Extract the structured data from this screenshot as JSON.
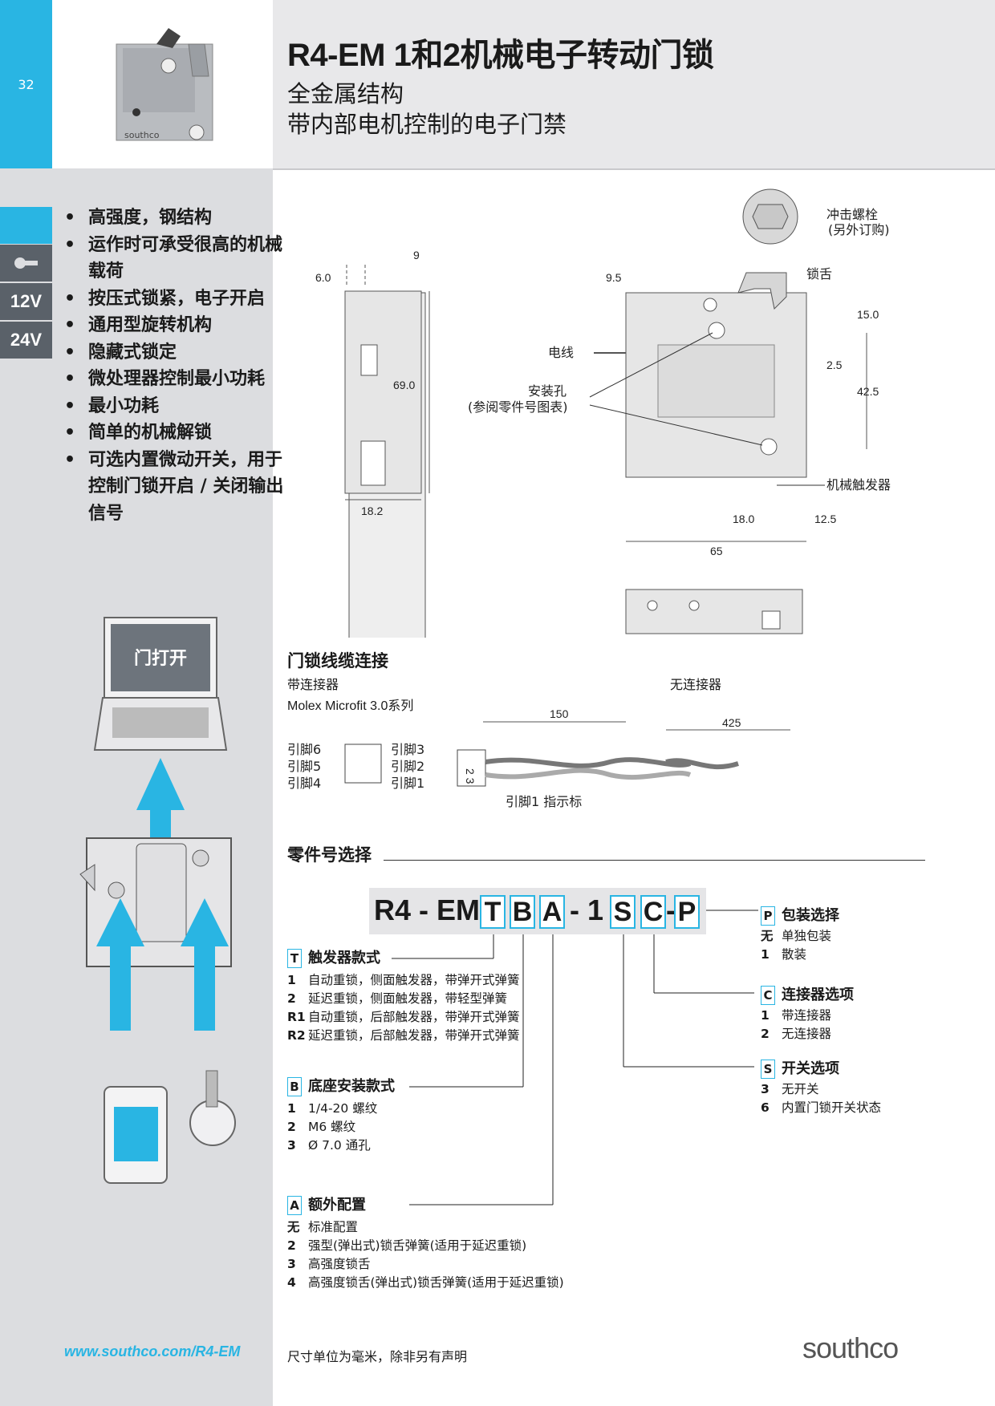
{
  "header": {
    "page_number": "32",
    "title": "R4-EM 1和2机械电子转动门锁",
    "subtitle_1": "全金属结构",
    "subtitle_2": "带内部电机控制的电子门禁",
    "photo_brand": "southco"
  },
  "sidebar": {
    "tabs": [
      "12V",
      "24V"
    ],
    "features": [
      "高强度，钢结构",
      "运作时可承受很高的机械载荷",
      "按压式锁紧，电子开启",
      "通用型旋转机构",
      "隐藏式锁定",
      "微处理器控制最小功耗",
      "最小功耗",
      "简单的机械解锁",
      "可选内置微动开关，用于控制门锁开启 / 关闭输出信号"
    ],
    "laptop_screen_text": "门打开"
  },
  "drawing": {
    "side_dims": {
      "top": "9",
      "left": "6.0",
      "height": "69.0",
      "bottom": "18.2"
    },
    "front_dims": {
      "d95": "9.5",
      "d150": "15.0",
      "d25": "2.5",
      "d425": "42.5",
      "d180": "18.0",
      "d125": "12.5",
      "d65": "65"
    },
    "labels": {
      "strike_bolt": "冲击螺栓",
      "strike_bolt_note": "(另外订购)",
      "latch": "锁舌",
      "wire": "电线",
      "mount_hole": "安装孔",
      "mount_hole_note": "(参阅零件号图表)",
      "mech_trigger": "机械触发器"
    }
  },
  "cable": {
    "heading": "门锁线缆连接",
    "with_connector": "带连接器",
    "molex": "Molex Microfit 3.0系列",
    "without_connector": "无连接器",
    "len_with": "150",
    "len_without": "425",
    "pins_left": [
      "引脚6",
      "引脚5",
      "引脚4"
    ],
    "pins_right": [
      "引脚3",
      "引脚2",
      "引脚1"
    ],
    "pin1_indicator": "引脚1  指示标",
    "connector_mark": "2 3"
  },
  "part_number": {
    "heading": "零件号选择",
    "prefix": "R4 - EM -",
    "codes": [
      "T",
      "B",
      "A",
      "S",
      "C",
      "P"
    ],
    "sep_1": "-",
    "sep_2": "- 1",
    "sep_3": "-",
    "options": {
      "T": {
        "title": "触发器款式",
        "items": [
          {
            "code": "1",
            "text": "自动重锁，侧面触发器，带弹开式弹簧"
          },
          {
            "code": "2",
            "text": "延迟重锁，侧面触发器，带轻型弹簧"
          },
          {
            "code": "R1",
            "text": "自动重锁，后部触发器，带弹开式弹簧"
          },
          {
            "code": "R2",
            "text": "延迟重锁，后部触发器，带弹开式弹簧"
          }
        ]
      },
      "B": {
        "title": "底座安装款式",
        "items": [
          {
            "code": "1",
            "text": "1/4-20 螺纹"
          },
          {
            "code": "2",
            "text": "M6 螺纹"
          },
          {
            "code": "3",
            "text": "Ø 7.0 通孔"
          }
        ]
      },
      "A": {
        "title": "额外配置",
        "items": [
          {
            "code": "无",
            "text": "标准配置"
          },
          {
            "code": "2",
            "text": "强型(弹出式)锁舌弹簧(适用于延迟重锁)"
          },
          {
            "code": "3",
            "text": "高强度锁舌"
          },
          {
            "code": "4",
            "text": "高强度锁舌(弹出式)锁舌弹簧(适用于延迟重锁)"
          }
        ]
      },
      "P": {
        "title": "包装选择",
        "items": [
          {
            "code": "无",
            "text": "单独包装"
          },
          {
            "code": "1",
            "text": "散装"
          }
        ]
      },
      "C": {
        "title": "连接器选项",
        "items": [
          {
            "code": "1",
            "text": "带连接器"
          },
          {
            "code": "2",
            "text": "无连接器"
          }
        ]
      },
      "S": {
        "title": "开关选项",
        "items": [
          {
            "code": "3",
            "text": "无开关"
          },
          {
            "code": "6",
            "text": "内置门锁开关状态"
          }
        ]
      }
    }
  },
  "footer": {
    "url": "www.southco.com/R4-EM",
    "note": "尺寸单位为毫米，除非另有声明",
    "logo": "southco"
  },
  "colors": {
    "accent": "#29b5e3",
    "sidebar_grey": "#dcdde0",
    "header_grey": "#e8e8ea",
    "tab_dark": "#5a6169"
  }
}
